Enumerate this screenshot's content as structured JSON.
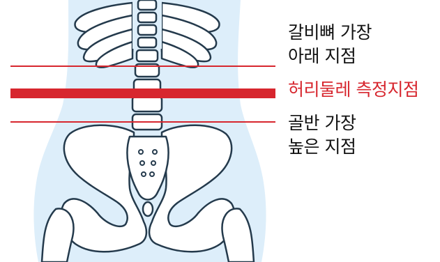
{
  "labels": {
    "rib_line1": "갈비뼈 가장",
    "rib_line2": "아래 지점",
    "waist": "허리둘레 측정지점",
    "pelvis_line1": "골반 가장",
    "pelvis_line2": "높은 지점"
  },
  "colors": {
    "body_fill": "#ddeefa",
    "bone_fill": "#ffffff",
    "bone_stroke": "#243a4c",
    "measure_line": "#d7262e",
    "text": "#111111"
  }
}
